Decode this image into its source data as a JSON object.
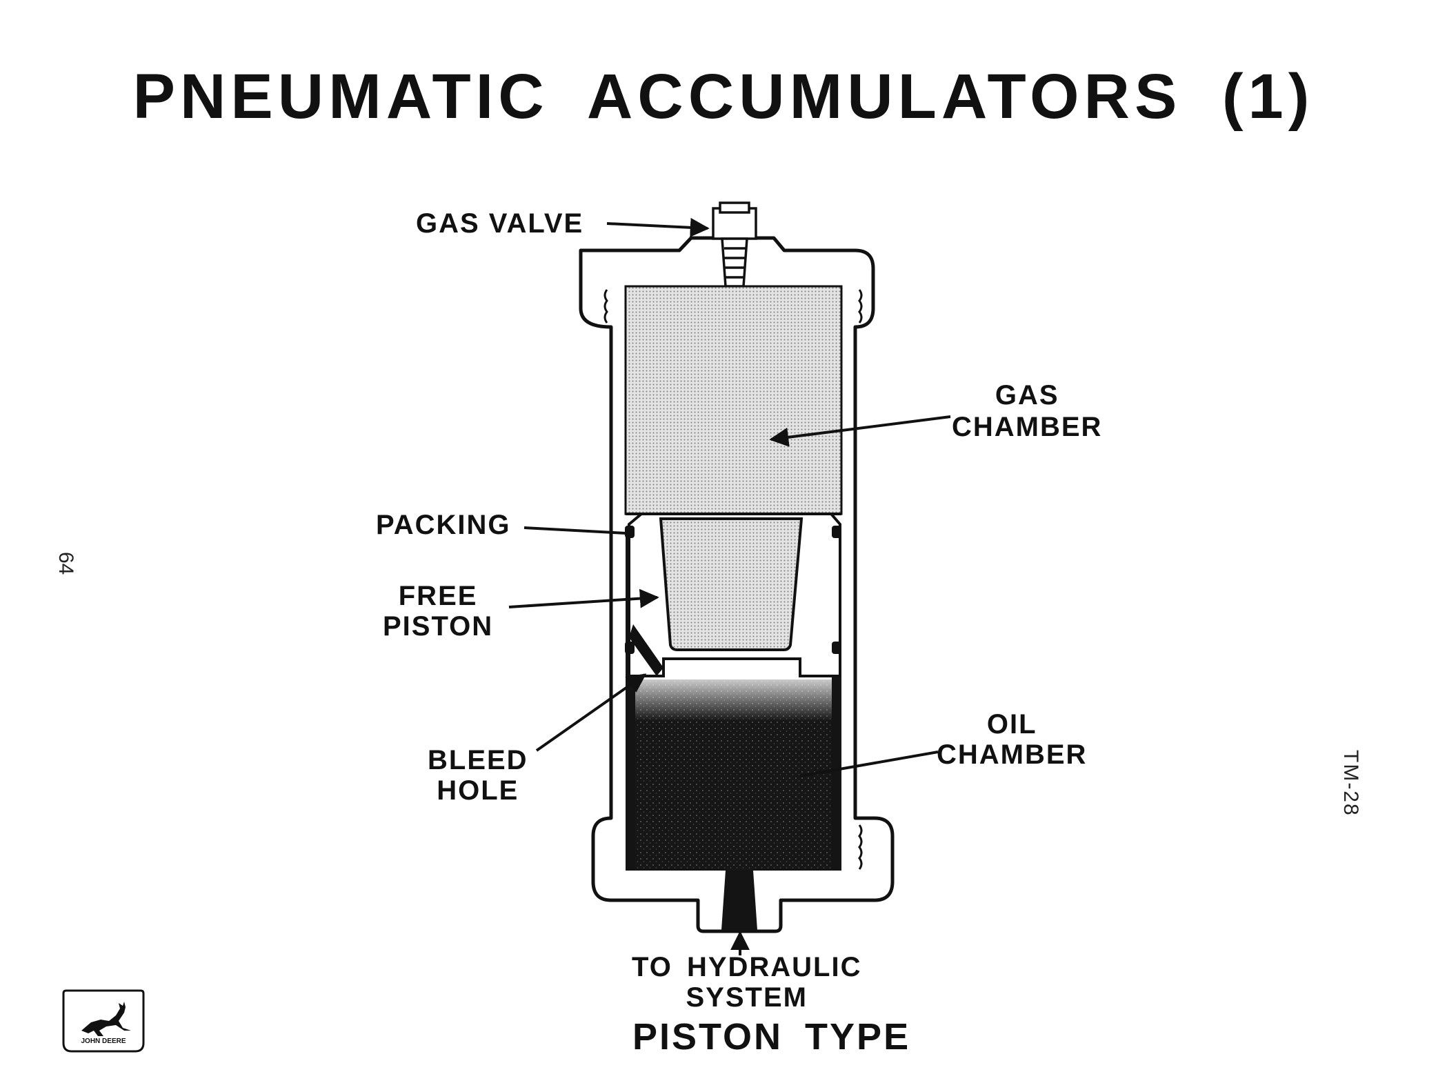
{
  "title": "PNEUMATIC ACCUMULATORS (1)",
  "subtitle": "PISTON TYPE",
  "labels": {
    "gas_valve": "GAS VALVE",
    "gas_chamber": [
      "GAS",
      "CHAMBER"
    ],
    "packing": "PACKING",
    "free_piston": [
      "FREE",
      "PISTON"
    ],
    "bleed_hole": [
      "BLEED",
      "HOLE"
    ],
    "oil_chamber": [
      "OIL",
      "CHAMBER"
    ],
    "to_hydraulic_system": [
      "TO HYDRAULIC",
      "SYSTEM"
    ]
  },
  "page_number": "64",
  "doc_code": "TM-28",
  "logo_text": "JOHN DEERE",
  "colors": {
    "ink": "#111111",
    "gas_fill": "#d4d4d4",
    "oil_fill": "#141414",
    "paper": "#ffffff"
  }
}
